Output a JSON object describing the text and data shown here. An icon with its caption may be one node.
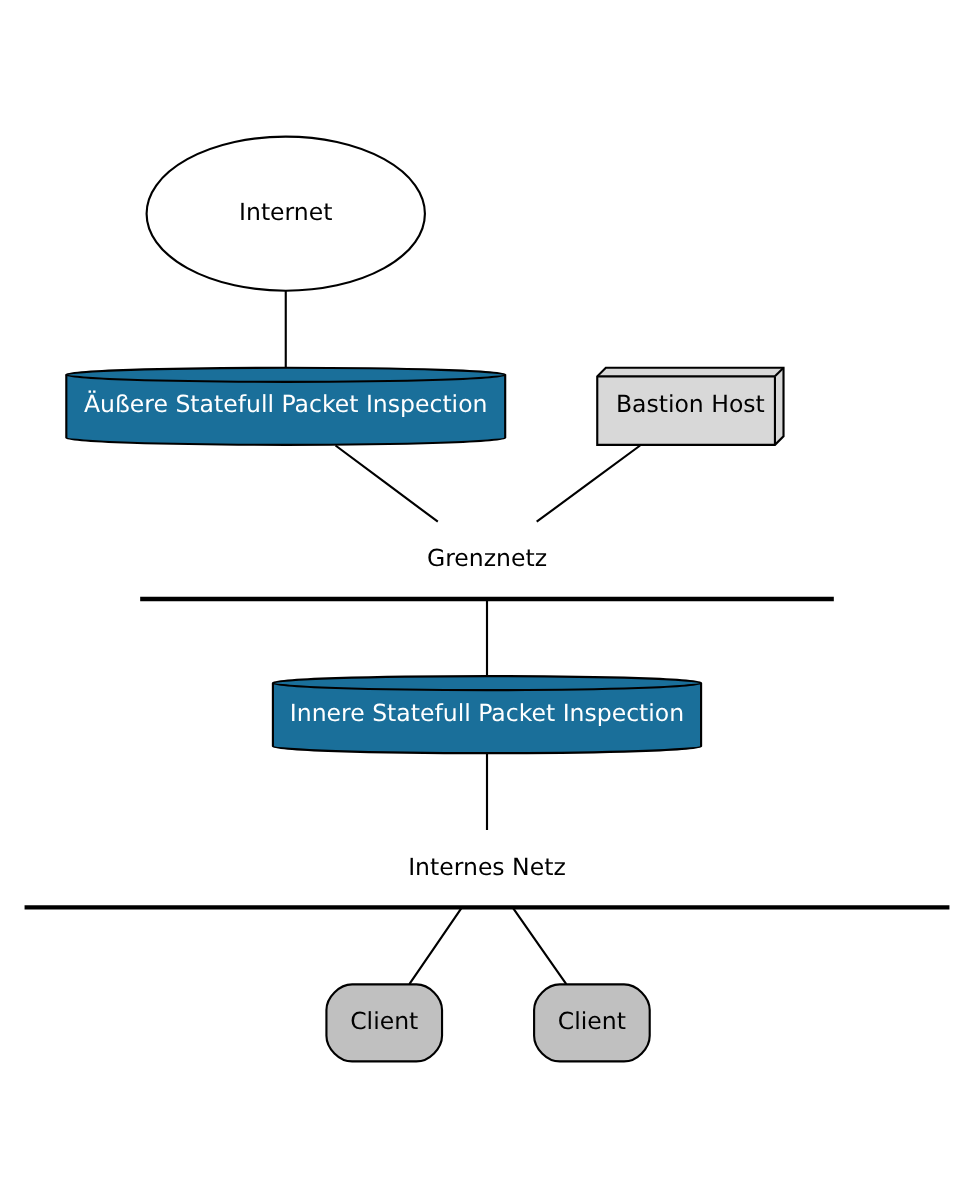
{
  "diagram": {
    "nodes": [
      {
        "text": [
          "Internet"
        ]
      },
      {
        "text": [
          "Äußere Statefull Packet Inspection"
        ]
      },
      {
        "text": [
          "Bastion Host"
        ]
      },
      {
        "text": [
          "Grenznetz"
        ]
      },
      {
        "text": [
          "Innere Statefull Packet Inspection"
        ]
      },
      {
        "text": [
          "Internes Netz"
        ]
      },
      {
        "text": [
          "Client"
        ]
      },
      {
        "text": [
          "Client"
        ]
      }
    ],
    "edges": [
      {
        "from": 0,
        "to": 1,
        "arrow": "none"
      },
      {
        "from": 1,
        "to": 3,
        "arrow": "none"
      },
      {
        "from": 2,
        "to": 3,
        "arrow": "none"
      },
      {
        "from": 3,
        "to": 4,
        "arrow": "none"
      },
      {
        "from": 4,
        "to": 5,
        "arrow": "none"
      },
      {
        "from": 5,
        "to": 6,
        "arrow": "none"
      },
      {
        "from": 5,
        "to": 7,
        "arrow": "none"
      }
    ]
  }
}
